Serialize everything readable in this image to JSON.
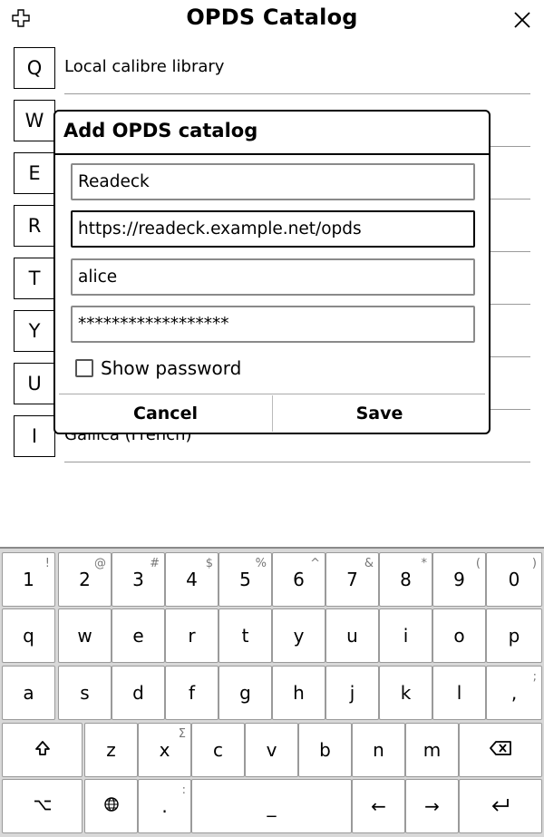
{
  "header": {
    "title": "OPDS Catalog",
    "add_icon": "plus-icon",
    "close_icon": "close-icon"
  },
  "catalogs": [
    {
      "key": "Q",
      "name": "Local calibre library"
    },
    {
      "key": "W",
      "name": ""
    },
    {
      "key": "E",
      "name": ""
    },
    {
      "key": "R",
      "name": ""
    },
    {
      "key": "T",
      "name": ""
    },
    {
      "key": "Y",
      "name": ""
    },
    {
      "key": "U",
      "name": ""
    },
    {
      "key": "I",
      "name": "Gallica (French)"
    }
  ],
  "dialog": {
    "title": "Add OPDS catalog",
    "fields": {
      "name": "Readeck",
      "url": "https://readeck.example.net/opds",
      "username": "alice",
      "password": "******************"
    },
    "show_password_label": "Show password",
    "show_password_checked": false,
    "cancel_label": "Cancel",
    "save_label": "Save"
  },
  "keyboard": {
    "rows": [
      [
        {
          "k": "1",
          "a": "!"
        },
        {
          "k": "2",
          "a": "@"
        },
        {
          "k": "3",
          "a": "#"
        },
        {
          "k": "4",
          "a": "$"
        },
        {
          "k": "5",
          "a": "%"
        },
        {
          "k": "6",
          "a": "^"
        },
        {
          "k": "7",
          "a": "&"
        },
        {
          "k": "8",
          "a": "*"
        },
        {
          "k": "9",
          "a": "("
        },
        {
          "k": "0",
          "a": ")"
        }
      ],
      [
        {
          "k": "q"
        },
        {
          "k": "w"
        },
        {
          "k": "e"
        },
        {
          "k": "r"
        },
        {
          "k": "t"
        },
        {
          "k": "y"
        },
        {
          "k": "u"
        },
        {
          "k": "i"
        },
        {
          "k": "o"
        },
        {
          "k": "p"
        }
      ],
      [
        {
          "k": "a"
        },
        {
          "k": "s"
        },
        {
          "k": "d"
        },
        {
          "k": "f"
        },
        {
          "k": "g"
        },
        {
          "k": "h"
        },
        {
          "k": "j"
        },
        {
          "k": "k"
        },
        {
          "k": "l"
        },
        {
          "k": ",",
          "a": ";"
        }
      ],
      [
        {
          "icon": "shift-icon"
        },
        {
          "k": "z"
        },
        {
          "k": "x",
          "a": "Σ"
        },
        {
          "k": "c"
        },
        {
          "k": "v"
        },
        {
          "k": "b"
        },
        {
          "k": "n"
        },
        {
          "k": "m"
        },
        {
          "icon": "backspace-icon"
        }
      ],
      [
        {
          "icon": "alt-option-icon"
        },
        {
          "icon": "globe-icon"
        },
        {
          "k": ".",
          "a": ":"
        },
        {
          "k": "_"
        },
        {
          "k": "←"
        },
        {
          "k": "→"
        },
        {
          "icon": "enter-icon"
        }
      ]
    ]
  }
}
